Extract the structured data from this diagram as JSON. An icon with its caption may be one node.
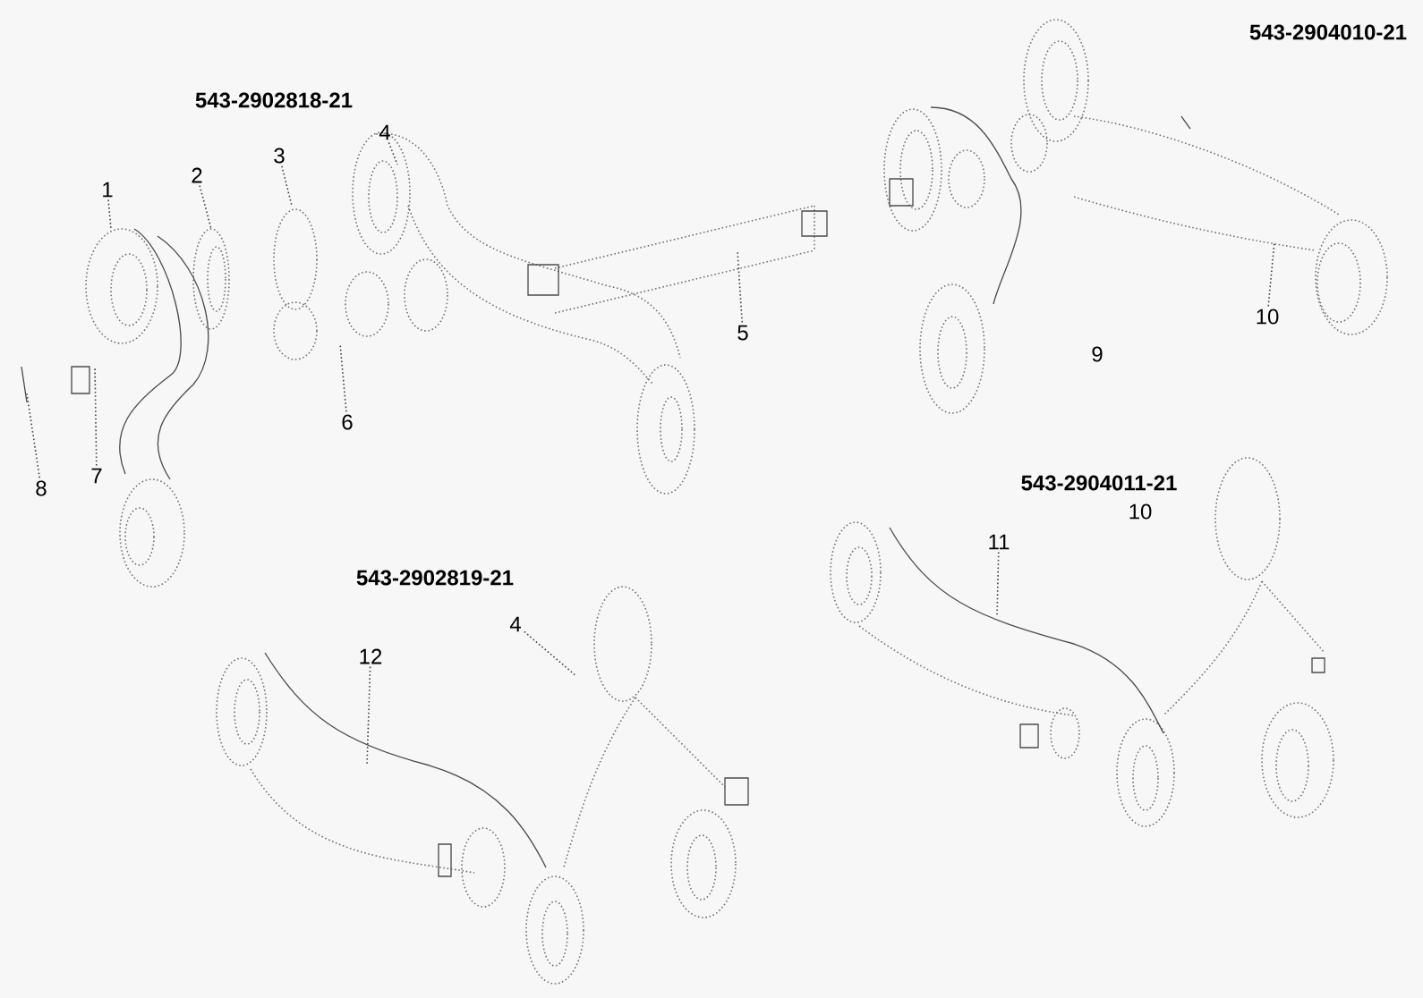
{
  "diagram": {
    "nodes": [
      {
        "text": [
          "1"
        ]
      },
      {
        "text": [
          "2"
        ]
      },
      {
        "text": [
          "3"
        ]
      },
      {
        "text": [
          "4"
        ]
      },
      {
        "text": [
          "5"
        ]
      },
      {
        "text": [
          "6"
        ]
      },
      {
        "text": [
          "7"
        ]
      },
      {
        "text": [
          "8"
        ]
      },
      {
        "text": [
          "10"
        ]
      },
      {
        "text": [
          "11"
        ]
      },
      {
        "text": [
          "12"
        ]
      },
      {
        "text": [
          "4"
        ]
      }
    ],
    "edges": [
      {
        "from": 0,
        "to": null,
        "arrow": "none"
      },
      {
        "from": 1,
        "to": null,
        "arrow": "none"
      },
      {
        "from": 2,
        "to": null,
        "arrow": "none"
      },
      {
        "from": 3,
        "to": null,
        "arrow": "none"
      },
      {
        "from": 4,
        "to": null,
        "arrow": "none"
      },
      {
        "from": 5,
        "to": null,
        "arrow": "none"
      },
      {
        "from": 6,
        "to": null,
        "arrow": "none"
      },
      {
        "from": 7,
        "to": null,
        "arrow": "none"
      },
      {
        "from": 8,
        "to": null,
        "arrow": "none"
      },
      {
        "from": 9,
        "to": null,
        "arrow": "none"
      },
      {
        "from": 10,
        "to": null,
        "arrow": "none"
      },
      {
        "from": 11,
        "to": null,
        "arrow": "none"
      }
    ],
    "labels": [
      "543-2904010-21",
      "543-2902818-21",
      "9",
      "543-2904011-21",
      "10",
      "543-2902819-21"
    ]
  }
}
